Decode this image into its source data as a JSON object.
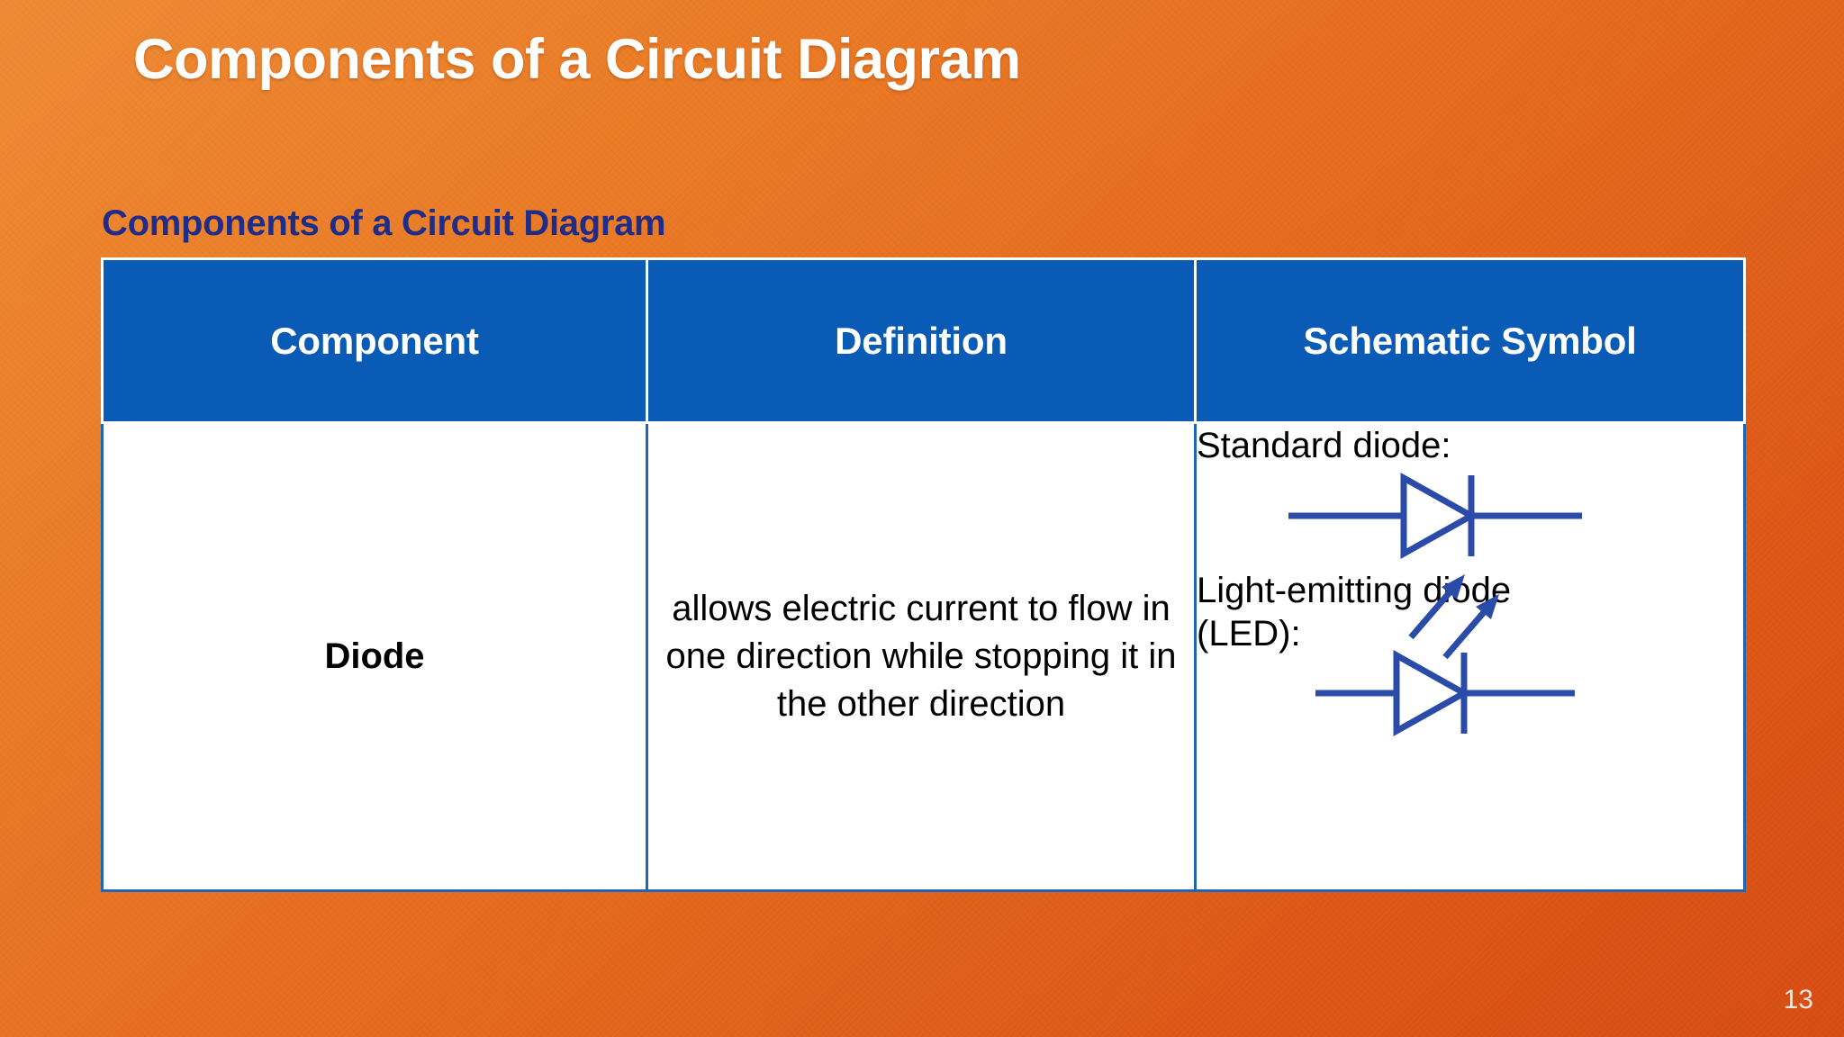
{
  "slide": {
    "title": "Components of a Circuit Diagram",
    "subtitle": "Components of a Circuit Diagram",
    "page_number": "13",
    "colors": {
      "background_light": "#EE8A33",
      "background_dark": "#D64D13",
      "header_blue": "#0A5BB5",
      "subtitle_navy": "#1F2D88",
      "symbol_blue": "#2B4BA8",
      "cell_border_blue": "#2165B5",
      "title_white": "#FFFFFF",
      "page_number_color": "#F6E6DC"
    }
  },
  "table": {
    "headers": [
      {
        "key": "component",
        "label": "Component"
      },
      {
        "key": "definition",
        "label": "Definition"
      },
      {
        "key": "symbol",
        "label": "Schematic Symbol"
      }
    ],
    "rows": [
      {
        "component": "Diode",
        "definition": "allows electric current to flow in one direction while stopping it in the other direction",
        "symbols": [
          {
            "label": "Standard diode:",
            "icon": "standard-diode-symbol"
          },
          {
            "label": "Light-emitting diode (LED):",
            "icon": "led-diode-symbol"
          }
        ]
      }
    ]
  }
}
